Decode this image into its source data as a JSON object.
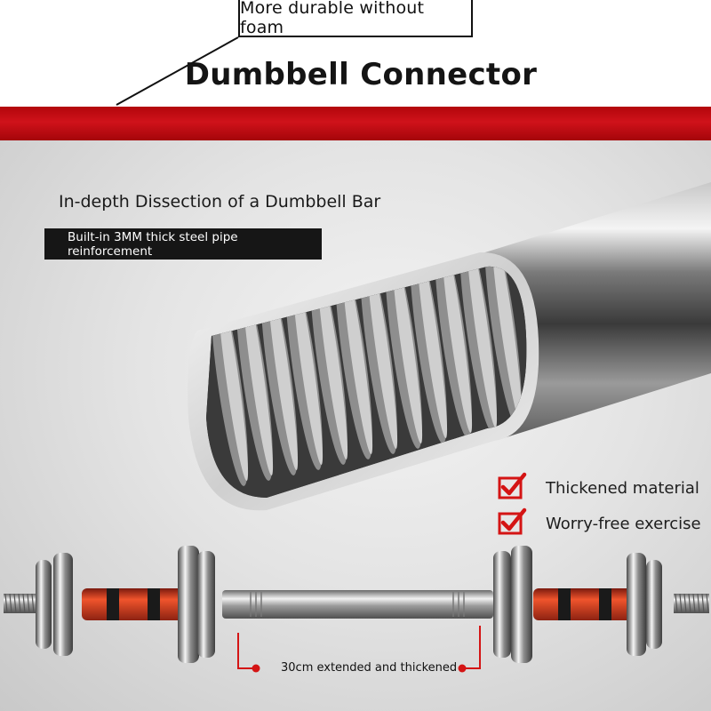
{
  "callout": {
    "text": "More durable without foam"
  },
  "title": "Dumbbell Connector",
  "section": {
    "heading": "In-depth Dissection of a Dumbbell Bar",
    "badge": "Built-in 3MM thick steel pipe reinforcement"
  },
  "features": [
    {
      "label": "Thickened material",
      "icon": "red-check-box-icon"
    },
    {
      "label": "Worry-free exercise",
      "icon": "red-check-box-icon"
    }
  ],
  "measurement": {
    "label": "30cm extended and thickened"
  },
  "colors": {
    "brand_red": "#c8101a",
    "accent_red": "#e21b1b",
    "badge_bg": "#161616"
  }
}
